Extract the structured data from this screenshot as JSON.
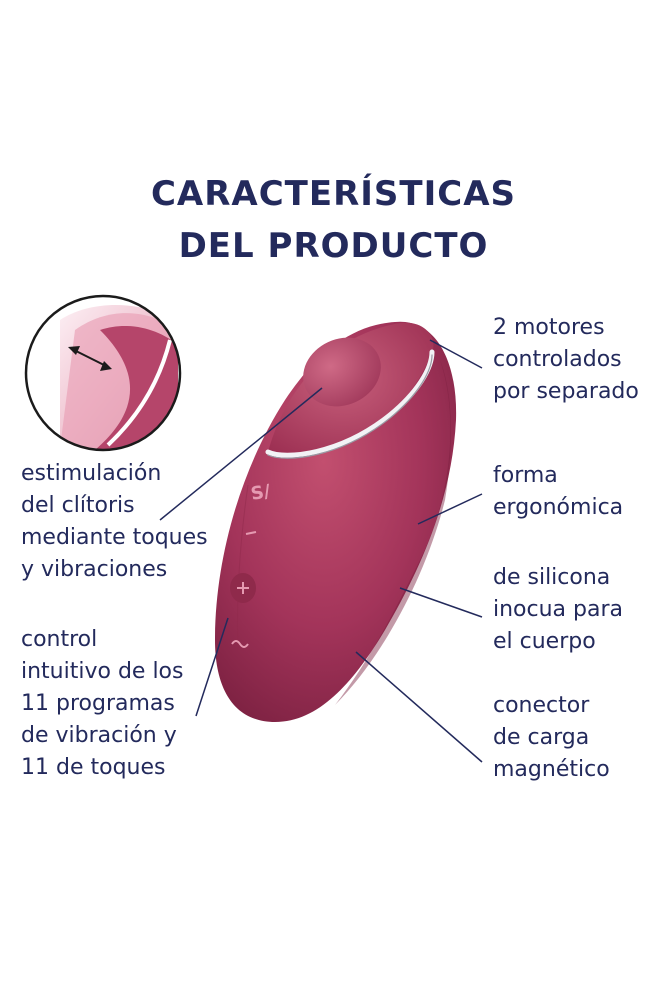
{
  "title": {
    "line1": "CARACTERÍSTICAS",
    "line2": "DEL PRODUCTO"
  },
  "features_left": [
    {
      "lines": [
        "estimulación",
        "del clítoris",
        "mediante toques",
        "y vibraciones"
      ]
    },
    {
      "lines": [
        "control",
        "intuitivo de los",
        "11 programas",
        "de vibración y",
        "11 de toques"
      ]
    }
  ],
  "features_right": [
    {
      "lines": [
        "2 motores",
        "controlados",
        "por separado"
      ]
    },
    {
      "lines": [
        "forma",
        "ergonómica"
      ]
    },
    {
      "lines": [
        "de silicona",
        "inocua para",
        "el cuerpo"
      ]
    },
    {
      "lines": [
        "conector",
        "de carga",
        "magnético"
      ]
    }
  ],
  "colors": {
    "text": "#232a5c",
    "product": "#a8395a",
    "product_dark": "#7e2440",
    "product_light": "#c65a78",
    "chrome": "#e9e9ee",
    "leader_line": "#232a5c"
  },
  "icons": [
    "satisfyer-logo-icon",
    "minus-icon",
    "plus-icon",
    "wave-icon"
  ]
}
